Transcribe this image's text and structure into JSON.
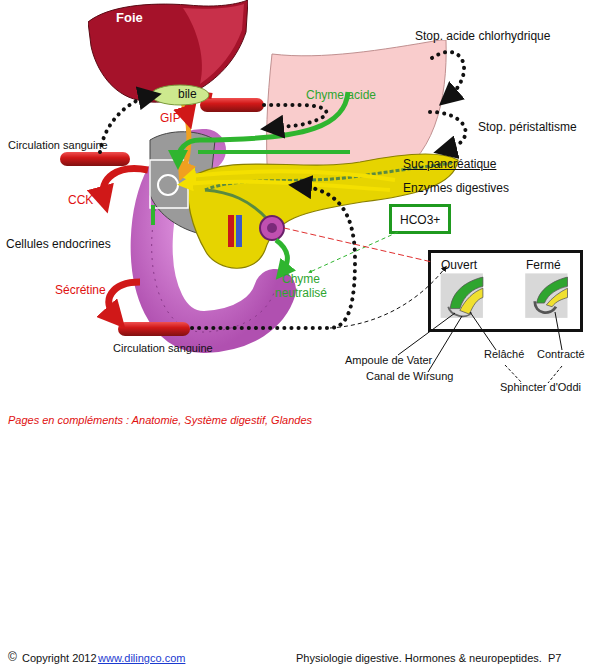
{
  "diagram": {
    "nodes": [
      {
        "text": [
          "Foie"
        ]
      },
      {
        "text": [
          "bile"
        ]
      },
      {
        "text": [
          "Chyme acide"
        ]
      },
      {
        "text": [
          "HCO3+"
        ]
      },
      {
        "text": [
          "Ouvert",
          "Fermé"
        ]
      }
    ],
    "labels": [
      "Stop. acide chlorhydrique",
      "GIP",
      "Circulation sanguine",
      "Stop. péristaltisme",
      "Suc pancréatique",
      "Enzymes digestives",
      "CCK",
      "Cellules endocrines",
      "Chyme neutralisé",
      "Sécrétine",
      "Circulation sanguine",
      "Ampoule de Vater",
      "Relâché",
      "Contracté",
      "Canal de Wirsung",
      "Sphincter d'Oddi",
      "Pages en compléments : Anatomie, Système digestif, Glandes",
      "©",
      "Copyright 2012",
      "www.dilingco.com",
      "Physiologie digestive. Hormones & neuropeptides.  P7"
    ]
  }
}
